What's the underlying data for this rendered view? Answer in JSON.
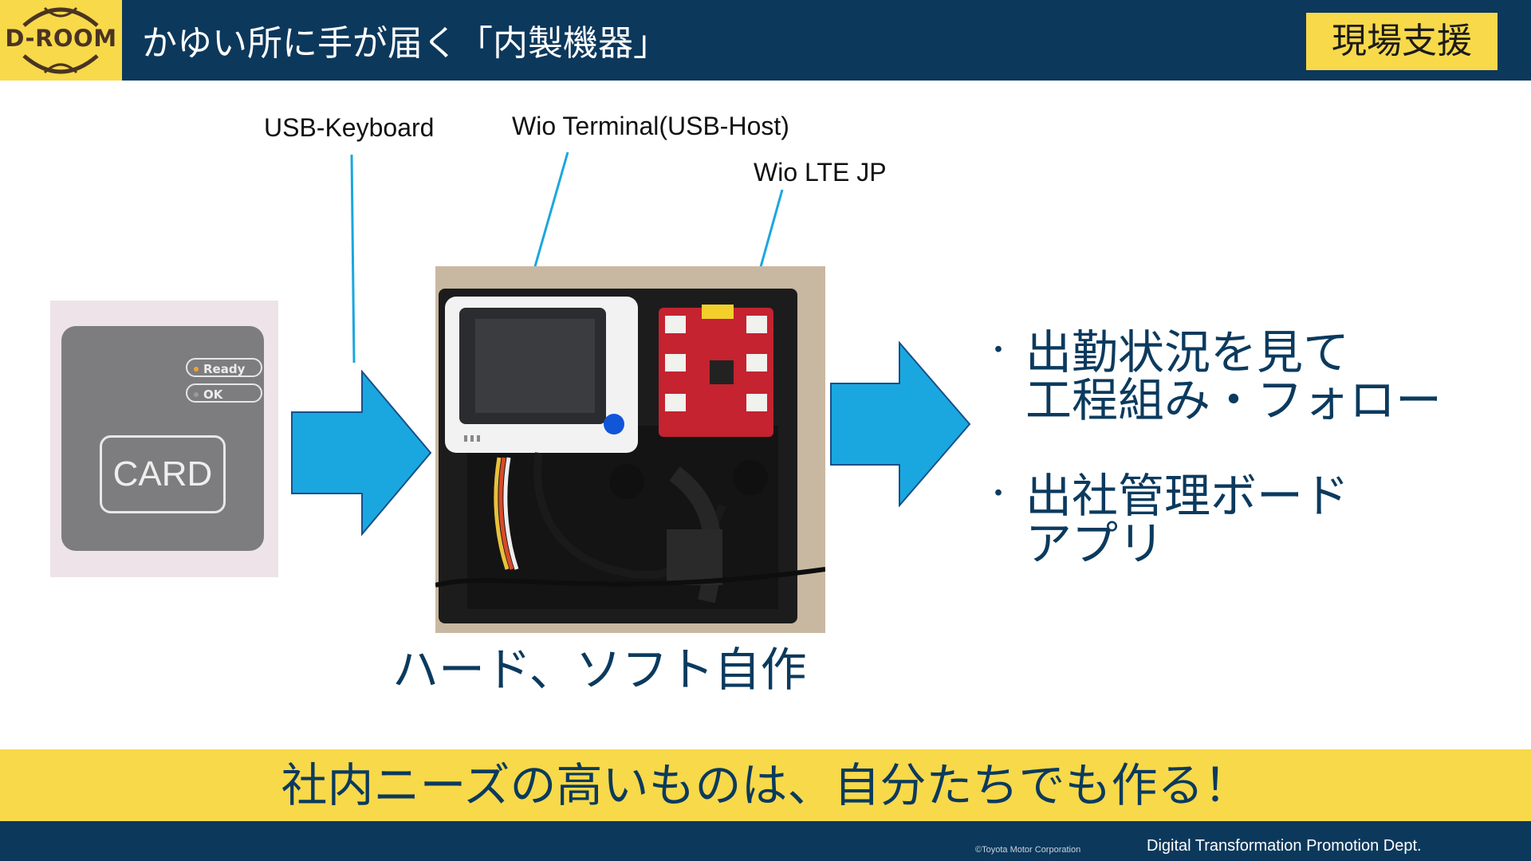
{
  "header": {
    "logo_text": "D-ROOM",
    "title": "かゆい所に手が届く「内製機器」",
    "category_badge": "現場支援"
  },
  "callouts": {
    "usb_keyboard": "USB-Keyboard",
    "wio_terminal": "Wio Terminal(USB-Host)",
    "wio_lte": "Wio LTE JP"
  },
  "card_reader": {
    "ready_label": "Ready",
    "ok_label": "OK",
    "card_label": "CARD"
  },
  "caption": "ハード、ソフト自作",
  "bullets": [
    {
      "lines": [
        "出勤状況を見て",
        "工程組み・フォロー"
      ]
    },
    {
      "lines": [
        "出社管理ボード",
        "アプリ"
      ]
    }
  ],
  "banner": "社内ニーズの高いものは、自分たちでも作る！",
  "footer": {
    "copyright": "©Toyota Motor Corporation",
    "department": "Digital Transformation Promotion Dept."
  },
  "colors": {
    "navy": "#0c385c",
    "yellow": "#f8d94a",
    "arrow_blue": "#1aa7df"
  }
}
